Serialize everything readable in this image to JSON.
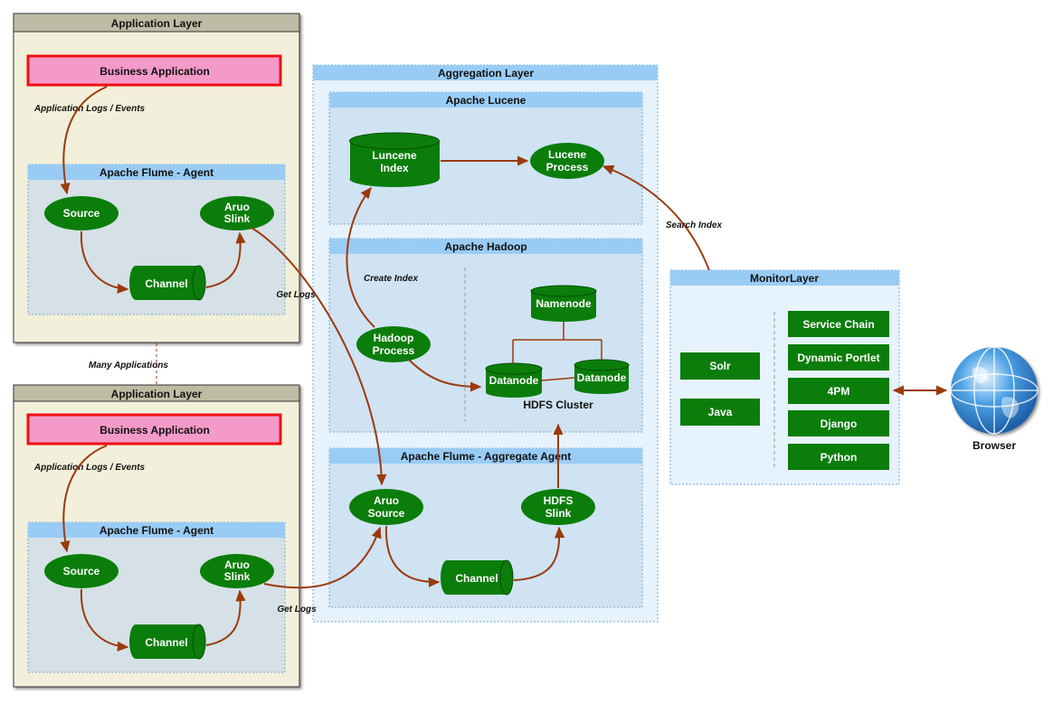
{
  "colors": {
    "app_layer_bg": "#f2efdb",
    "app_layer_header": "#bfbca6",
    "light_blue_panel": "#cfe3f2",
    "blue_header": "#99ccf5",
    "business_fill": "#f49ac9",
    "business_border": "#ee1111",
    "green_node": "#0b7d0b",
    "arrow": "#9b3a0c",
    "monitor_bg": "#e6f2fc"
  },
  "app_layer_top": {
    "title": "Application Layer",
    "business": "Business Application",
    "logs_label": "Application Logs / Events",
    "agent_title": "Apache Flume - Agent",
    "source": "Source",
    "sink_line1": "Aruo",
    "sink_line2": "Slink",
    "channel": "Channel"
  },
  "many_apps_label": "Many Applications",
  "app_layer_bottom": {
    "title": "Application Layer",
    "business": "Business Application",
    "logs_label": "Application Logs / Events",
    "agent_title": "Apache Flume - Agent",
    "source": "Source",
    "sink_line1": "Aruo",
    "sink_line2": "Slink",
    "channel": "Channel"
  },
  "get_logs_top": "Get Logs",
  "get_logs_bottom": "Get Logs",
  "aggregation": {
    "title": "Aggregation Layer",
    "lucene": {
      "title": "Apache Lucene",
      "index_line1": "Luncene",
      "index_line2": "Index",
      "process_line1": "Lucene",
      "process_line2": "Process"
    },
    "hadoop": {
      "title": "Apache Hadoop",
      "create_index": "Create Index",
      "process_line1": "Hadoop",
      "process_line2": "Process",
      "namenode": "Namenode",
      "datanode_left": "Datanode",
      "datanode_right": "Datanode",
      "cluster_label": "HDFS Cluster"
    },
    "flume_aggregate": {
      "title": "Apache Flume - Aggregate Agent",
      "source_line1": "Aruo",
      "source_line2": "Source",
      "sink_line1": "HDFS",
      "sink_line2": "Slink",
      "channel": "Channel"
    }
  },
  "search_index_label": "Search Index",
  "monitor": {
    "title": "MonitorLayer",
    "solr": "Solr",
    "java": "Java",
    "stack": [
      "Service Chain",
      "Dynamic Portlet",
      "4PM",
      "Django",
      "Python"
    ]
  },
  "browser_label": "Browser"
}
